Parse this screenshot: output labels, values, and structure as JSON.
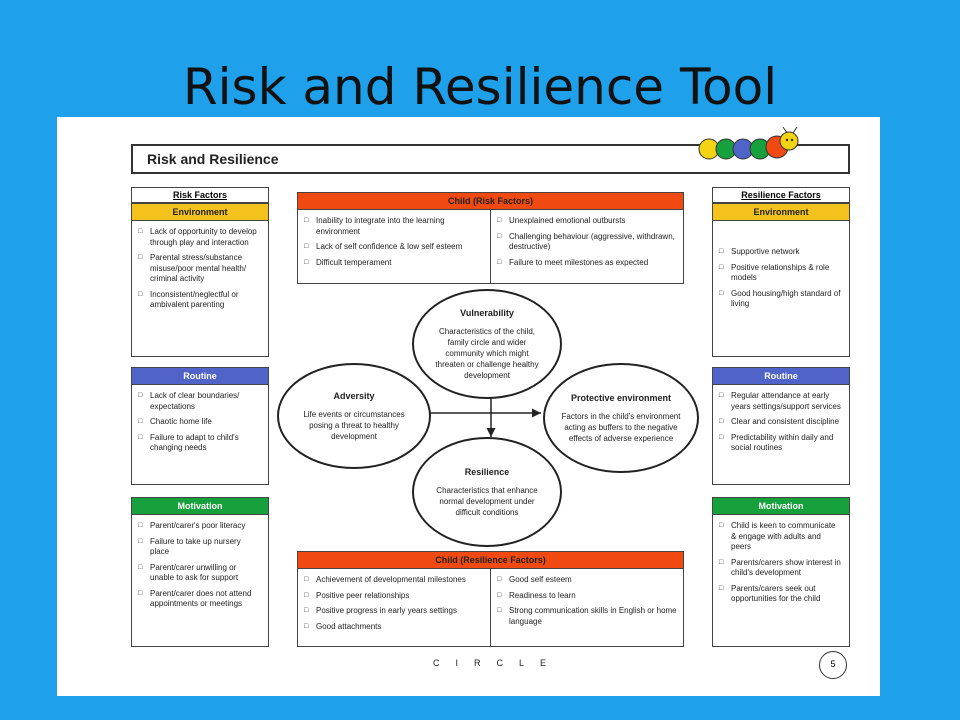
{
  "slide_title": "Risk and Resilience Tool",
  "header": {
    "title": "Risk and Resilience"
  },
  "risk": {
    "tab": "Risk Factors",
    "environment": {
      "title": "Environment",
      "items": [
        "Lack of opportunity to develop through play and interaction",
        "Parental stress/substance misuse/poor mental health/ criminal activity",
        "Inconsistent/neglectful or ambivalent parenting"
      ]
    },
    "routine": {
      "title": "Routine",
      "items": [
        "Lack of clear boundaries/ expectations",
        "Chaotic home life",
        "Failure to adapt to child's changing needs"
      ]
    },
    "motivation": {
      "title": "Motivation",
      "items": [
        "Parent/carer's poor literacy",
        "Failure to take up nursery place",
        "Parent/carer unwilling or unable to ask for support",
        "Parent/carer does not attend appointments or meetings"
      ]
    }
  },
  "resilience": {
    "tab": "Resilience Factors",
    "environment": {
      "title": "Environment",
      "items": [
        "Supportive network",
        "Positive relationships & role models",
        "Good housing/high standard of living"
      ]
    },
    "routine": {
      "title": "Routine",
      "items": [
        "Regular attendance at early years settings/support services",
        "Clear and consistent discipline",
        "Predictability within daily and social routines"
      ]
    },
    "motivation": {
      "title": "Motivation",
      "items": [
        "Child is keen to communicate & engage with adults and peers",
        "Parents/carers show interest in child's development",
        "Parents/carers seek out opportunities for the child"
      ]
    }
  },
  "child_risk": {
    "title": "Child (Risk Factors)",
    "left": [
      "Inability to integrate into the learning environment",
      "Lack of self confidence & low self esteem",
      "Difficult temperament"
    ],
    "right": [
      "Unexplained emotional outbursts",
      "Challenging behaviour (aggressive, withdrawn, destructive)",
      "Failure to meet milestones as expected"
    ]
  },
  "child_resilience": {
    "title": "Child (Resilience Factors)",
    "left": [
      "Achievement of developmental milestones",
      "Positive peer relationships",
      "Positive progress in early years settings",
      "Good attachments"
    ],
    "right": [
      "Good self esteem",
      "Readiness to learn",
      "Strong communication skills in English or home language"
    ]
  },
  "circles": {
    "vulnerability": {
      "title": "Vulnerability",
      "text": "Characteristics of the child, family circle and wider community which might threaten or challenge healthy development"
    },
    "adversity": {
      "title": "Adversity",
      "text": "Life events or circumstances posing a threat to healthy development"
    },
    "protective": {
      "title": "Protective environment",
      "text": "Factors in the child's environment acting as buffers to the negative effects of adverse experience"
    },
    "resilience": {
      "title": "Resilience",
      "text": "Characteristics that enhance normal development under difficult conditions"
    }
  },
  "footer": {
    "word": "CIRCLE",
    "page": "5"
  },
  "colors": {
    "background": "#1ea0ea",
    "yellow": "#f4c21c",
    "blue": "#4f63c8",
    "green": "#16a13c",
    "red": "#f04a12"
  }
}
